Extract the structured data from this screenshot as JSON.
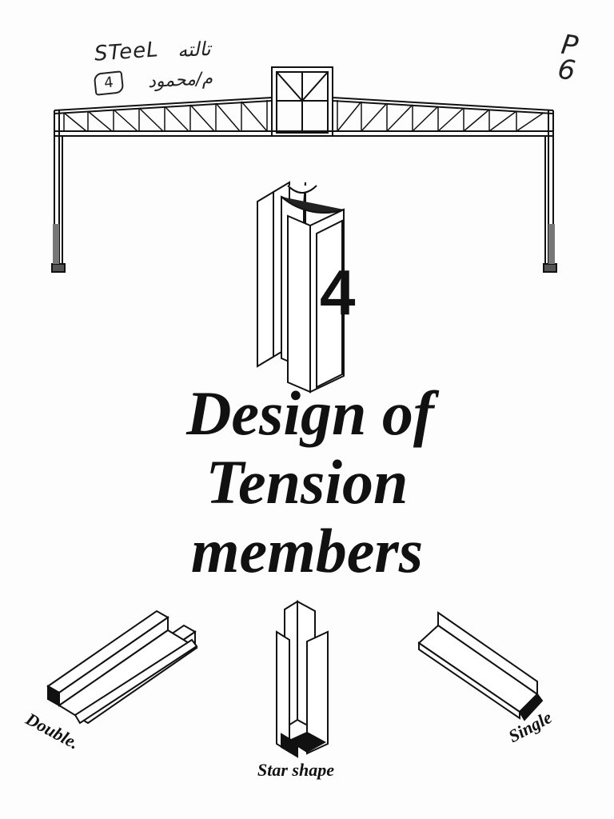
{
  "handwritten_notes": {
    "subject": "STeeL",
    "arabic_line1": "تالته",
    "arabic_line2": "م/محمود",
    "chapter_box": "4",
    "page_mark": "P\n6"
  },
  "chapter": {
    "number": "4"
  },
  "title": {
    "line1": "Design of",
    "line2": "Tension",
    "line3": "members"
  },
  "captions": {
    "double": "Double.",
    "star": "Star shape",
    "single": "Single"
  }
}
